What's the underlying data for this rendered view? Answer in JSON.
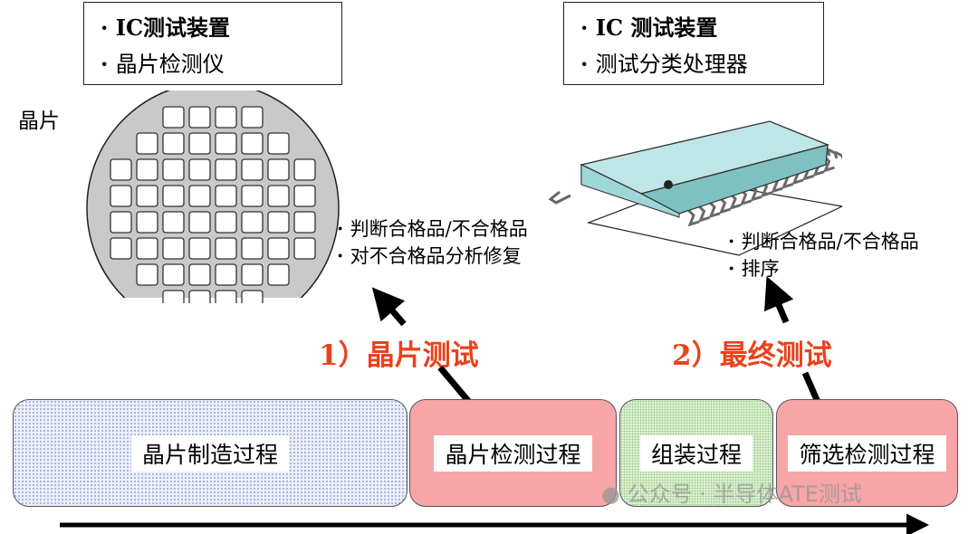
{
  "wafer_box": {
    "line1": "IC测试装置",
    "line2": "晶片检测仪"
  },
  "chip_box": {
    "line1": "IC 测试装置",
    "line2": "测试分类处理器"
  },
  "wafer_label": "晶片",
  "wafer_notes": {
    "line1": "判断合格品/不合格品",
    "line2": "对不合格品分析修复"
  },
  "chip_notes": {
    "line1": "判断合格品/不合格品",
    "line2": "排序"
  },
  "steps": {
    "wafer_test": "1）晶片测试",
    "final_test": "2）最终测试"
  },
  "stages": {
    "wafer_fab": "晶片制造过程",
    "wafer_probe": "晶片检测过程",
    "assembly": "组装过程",
    "screening": "筛选检测过程"
  },
  "watermark": "公众号 · 半导体ATE测试",
  "colors": {
    "step_red": "#e8431d",
    "stage_pink": "#f7a5a7",
    "stage_green": "#dff0d7",
    "stage_blue": "#eceefa",
    "chip_cyan": "#9fd6d6"
  }
}
